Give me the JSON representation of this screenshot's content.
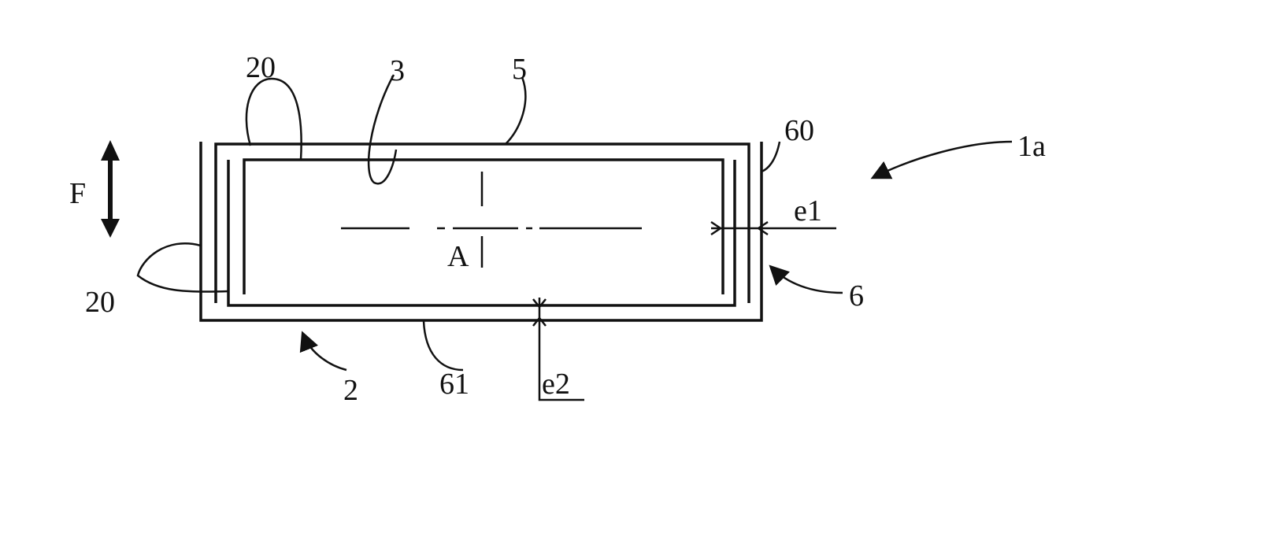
{
  "figure": {
    "labels": {
      "layer_top_left": "20",
      "inner_wall": "3",
      "outer_wall": "5",
      "end_flap": "60",
      "assembly": "1a",
      "force": "F",
      "thickness_1": "e1",
      "sleeve": "6",
      "layer_left": "20",
      "body": "2",
      "bottom_flap": "61",
      "thickness_2": "e2",
      "axis": "A"
    },
    "color": "#111111"
  }
}
